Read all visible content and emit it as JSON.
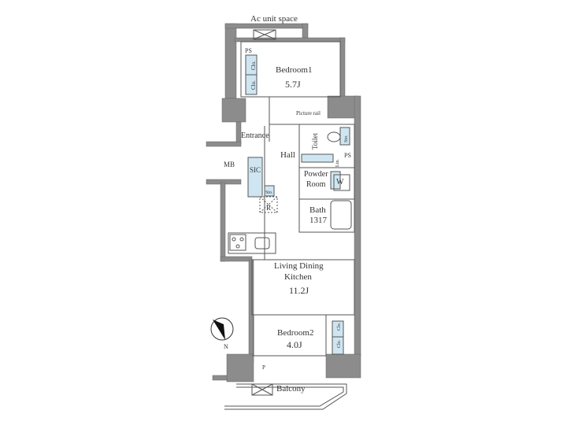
{
  "floorplan": {
    "colors": {
      "wall": "#8c8c8c",
      "wall_light": "#a6a6a6",
      "storage": "#cfe6f2",
      "line": "#555555",
      "text": "#333333"
    },
    "labels": {
      "ac_unit": "Ac unit space",
      "ps_top": "PS",
      "clo1": "Clo.",
      "clo2": "Clo.",
      "bedroom1": "Bedroom1",
      "bedroom1_size": "5.7J",
      "picture_rail": "Picture rail",
      "toilet": "Toilet",
      "sto_toilet": "Sto.",
      "ps_right": "PS",
      "entrance": "Entrance",
      "hall": "Hall",
      "mb": "MB",
      "sic": "SIC",
      "sto_sic": "Sto.",
      "lin": "Lin.",
      "powder_room_1": "Powder",
      "powder_room_2": "Room",
      "washer": "W",
      "refrigerator": "R",
      "bath": "Bath",
      "bath_size": "1317",
      "ldk_1": "Living Dining",
      "ldk_2": "Kitchen",
      "ldk_size": "11.2J",
      "bedroom2": "Bedroom2",
      "bedroom2_size": "4.0J",
      "clo3": "Clo.",
      "clo4": "Clo.",
      "pipe": "P",
      "balcony": "Balcony",
      "north": "N"
    }
  }
}
